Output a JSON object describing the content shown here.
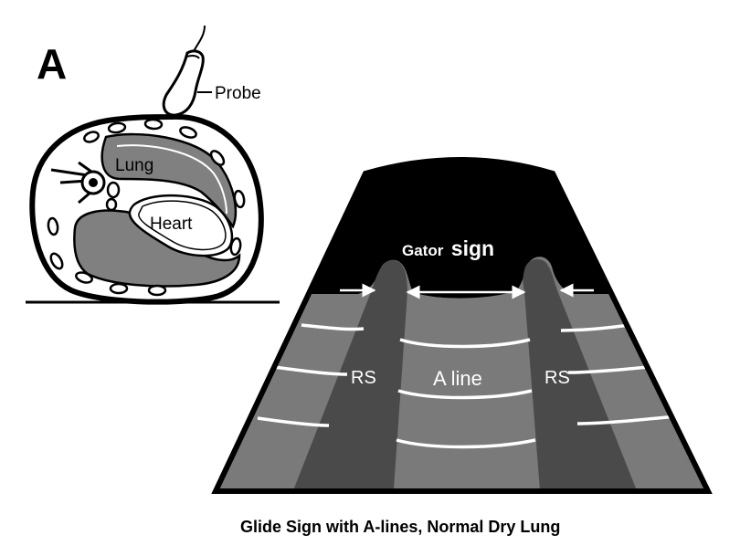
{
  "panel_label": "A",
  "cross_section": {
    "probe_label": "Probe",
    "lung_label": "Lung",
    "heart_label": "Heart"
  },
  "ultrasound": {
    "gator_sign_part1": "Gator",
    "gator_sign_part2": "sign",
    "rib_shadow_left_label": "RS",
    "rib_shadow_right_label": "RS",
    "a_line_label": "A line"
  },
  "caption": "Glide Sign with A-lines, Normal Dry Lung",
  "colors": {
    "outline": "#000000",
    "lung_fill": "#808080",
    "field_fill": "#7a7a7a",
    "rib_shadow_fill": "#4a4a4a",
    "near_field_fill": "#000000",
    "line_color": "#ffffff"
  }
}
